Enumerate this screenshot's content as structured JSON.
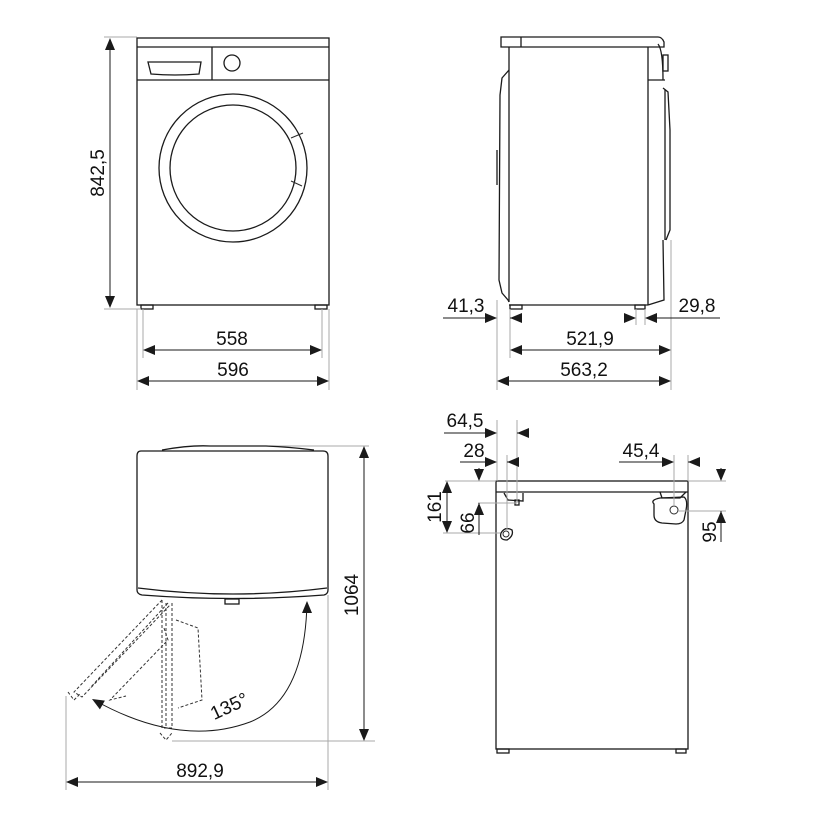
{
  "diagram": {
    "subject": "Washing machine dimensional drawing",
    "units": "mm",
    "views": {
      "front": {
        "height_label": "842,5",
        "feet_span_label": "558",
        "width_label": "596"
      },
      "side": {
        "front_protrusion_label": "41,3",
        "rear_protrusion_label": "29,8",
        "body_depth_label": "521,9",
        "total_depth_label": "563,2"
      },
      "top": {
        "door_open_depth_label": "1064",
        "door_open_width_label": "892,9",
        "door_angle_label": "135°"
      },
      "rear": {
        "inlet_offset_label": "64,5",
        "drain_offset_label": "28",
        "drain_height_label": "161",
        "inlet_height_label": "66",
        "power_offset_label": "45,4",
        "power_height_label": "95"
      }
    },
    "colors": {
      "line": "#1a1a1a",
      "extension_line": "#a8a8a8",
      "background": "#ffffff"
    }
  }
}
